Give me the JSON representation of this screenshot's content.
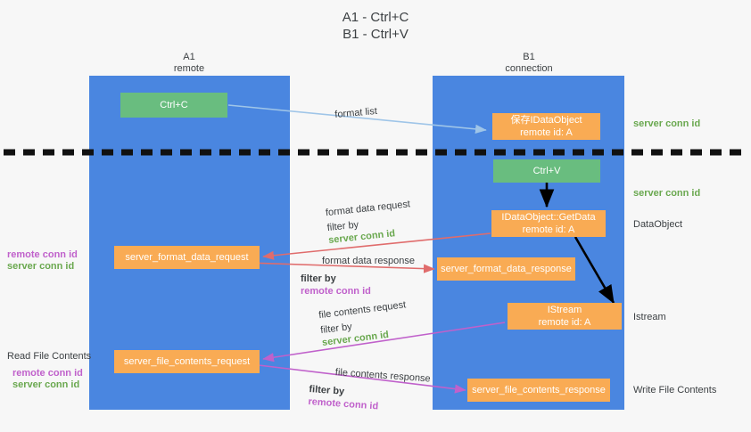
{
  "title": {
    "line1": "A1 - Ctrl+C",
    "line2": "B1 - Ctrl+V"
  },
  "colors": {
    "lane": "#4a86e0",
    "node_orange": "#f9ab54",
    "node_green": "#69bd7f",
    "server_conn_id": "#6aa84f",
    "remote_conn_id": "#c061cb",
    "arrow_blue": "#9fc5e8",
    "arrow_red": "#e06c6c",
    "arrow_magenta": "#c061cb",
    "arrow_black": "#000000",
    "background": "#f7f7f7"
  },
  "lanes": [
    {
      "name": "A1",
      "sub": "remote"
    },
    {
      "name": "B1",
      "sub": "connection"
    }
  ],
  "nodes": {
    "ctrl_c": "Ctrl+C",
    "ctrl_v": "Ctrl+V",
    "save_idataobject_l1": "保存IDataObject",
    "save_idataobject_l2": "remote id: A",
    "getdata_l1": "IDataObject::GetData",
    "getdata_l2": "remote id: A",
    "istream_l1": "IStream",
    "istream_l2": "remote id: A",
    "server_format_data_request": "server_format_data_request",
    "server_format_data_response": "server_format_data_response",
    "server_file_contents_request": "server_file_contents_request",
    "server_file_contents_response": "server_file_contents_response"
  },
  "edge_labels": {
    "format_list": "format list",
    "format_data_request": "format data request",
    "format_data_request_filter_prefix": "filter by ",
    "format_data_request_filter_key": "server conn id",
    "format_data_response": "format data response",
    "format_data_response_filter_prefix": "filter by ",
    "format_data_response_filter_key": "remote conn id",
    "file_contents_request": "file contents request",
    "file_contents_request_filter_prefix": "filter by ",
    "file_contents_request_filter_key": "server conn id",
    "file_contents_response": "file contents response",
    "file_contents_response_filter_prefix": "filter by ",
    "file_contents_response_filter_key": "remote conn id"
  },
  "annotations": {
    "server_conn_id_top": "server conn id",
    "server_conn_id_mid": "server conn id",
    "dataobject": "DataObject",
    "istream": "Istream",
    "write_file_contents": "Write File Contents",
    "read_file_contents": "Read File Contents",
    "left_remote_conn_id_1": "remote conn id",
    "left_server_conn_id_1": "server conn id",
    "left_remote_conn_id_2": "remote conn id",
    "left_server_conn_id_2": "server conn id"
  }
}
